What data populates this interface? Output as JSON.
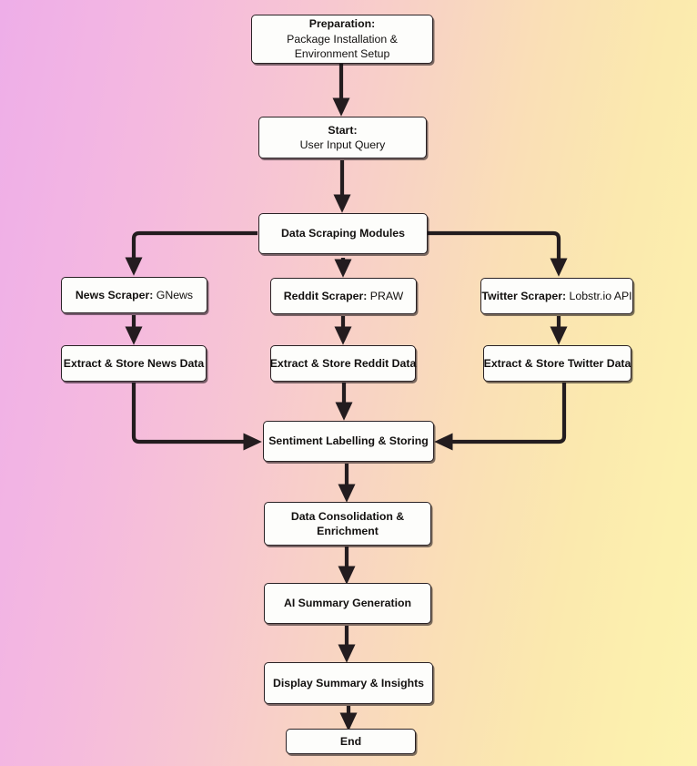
{
  "diagram": {
    "title": "Data Scraping and Sentiment Analysis Pipeline Flowchart",
    "type": "flowchart",
    "orientation": "top-to-bottom",
    "background": {
      "gradient_from": "#eeaee8",
      "gradient_mid": "#f7c6d2",
      "gradient_to": "#fdf3b0"
    },
    "node_style": {
      "fill": "#fdfdfb",
      "border": "#2a2225",
      "text": "#12100f"
    },
    "edge_color": "#231c1f"
  },
  "nodes": [
    {
      "id": "preparation",
      "bold": "Preparation:",
      "line2": "Package Installation &",
      "line3": "Environment Setup"
    },
    {
      "id": "start",
      "bold": "Start:",
      "line2": "User Input Query"
    },
    {
      "id": "data-scraping-modules",
      "bold": "Data Scraping Modules"
    },
    {
      "id": "news-scraper",
      "bold": "News Scraper:",
      "rest": " GNews"
    },
    {
      "id": "reddit-scraper",
      "bold": "Reddit Scraper:",
      "rest": " PRAW"
    },
    {
      "id": "twitter-scraper",
      "bold": "Twitter Scraper:",
      "rest": " Lobstr.io API"
    },
    {
      "id": "extract-store-news",
      "bold": "Extract & Store News Data"
    },
    {
      "id": "extract-store-reddit",
      "bold": "Extract & Store Reddit Data"
    },
    {
      "id": "extract-store-twitter",
      "bold": "Extract & Store Twitter Data"
    },
    {
      "id": "sentiment-labelling",
      "bold": "Sentiment Labelling & Storing"
    },
    {
      "id": "data-consolidation",
      "bold": "Data Consolidation &",
      "line2": "Enrichment"
    },
    {
      "id": "ai-summary",
      "bold": "AI Summary Generation"
    },
    {
      "id": "display-summary",
      "bold": "Display Summary & Insights"
    },
    {
      "id": "end",
      "bold": "End"
    }
  ],
  "labels": {
    "preparation_bold": "Preparation:",
    "preparation_l2": "Package Installation &",
    "preparation_l3": "Environment Setup",
    "start_bold": "Start:",
    "start_l2": "User Input Query",
    "scraping_modules": "Data Scraping Modules",
    "news_scraper_bold": "News Scraper:",
    "news_scraper_rest": " GNews",
    "reddit_scraper_bold": "Reddit Scraper:",
    "reddit_scraper_rest": " PRAW",
    "twitter_scraper_bold": "Twitter Scraper:",
    "twitter_scraper_rest": " Lobstr.io API",
    "extract_news": "Extract & Store News Data",
    "extract_reddit": "Extract & Store Reddit Data",
    "extract_twitter": "Extract & Store Twitter Data",
    "sentiment": "Sentiment Labelling & Storing",
    "consolidation_l1": "Data Consolidation &",
    "consolidation_l2": "Enrichment",
    "ai_summary": "AI Summary Generation",
    "display_summary": "Display Summary & Insights",
    "end": "End"
  },
  "edges": [
    {
      "from": "preparation",
      "to": "start"
    },
    {
      "from": "start",
      "to": "data-scraping-modules"
    },
    {
      "from": "data-scraping-modules",
      "to": "news-scraper"
    },
    {
      "from": "data-scraping-modules",
      "to": "reddit-scraper"
    },
    {
      "from": "data-scraping-modules",
      "to": "twitter-scraper"
    },
    {
      "from": "news-scraper",
      "to": "extract-store-news"
    },
    {
      "from": "reddit-scraper",
      "to": "extract-store-reddit"
    },
    {
      "from": "twitter-scraper",
      "to": "extract-store-twitter"
    },
    {
      "from": "extract-store-news",
      "to": "sentiment-labelling"
    },
    {
      "from": "extract-store-reddit",
      "to": "sentiment-labelling"
    },
    {
      "from": "extract-store-twitter",
      "to": "sentiment-labelling"
    },
    {
      "from": "sentiment-labelling",
      "to": "data-consolidation"
    },
    {
      "from": "data-consolidation",
      "to": "ai-summary"
    },
    {
      "from": "ai-summary",
      "to": "display-summary"
    },
    {
      "from": "display-summary",
      "to": "end"
    }
  ]
}
